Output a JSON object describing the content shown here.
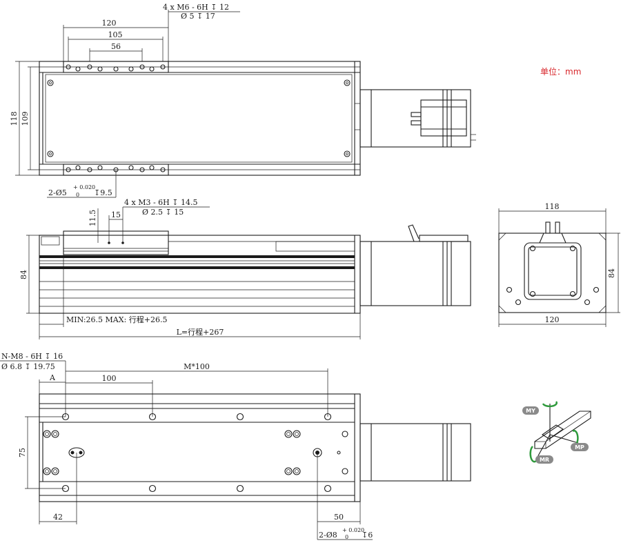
{
  "unit_label": "单位：mm",
  "top_view": {
    "dim_120": "120",
    "dim_105": "105",
    "dim_56": "56",
    "dim_118": "118",
    "dim_109": "109",
    "callout_thread_1": "4 x  M6 - 6H ↧ 12",
    "callout_thread_2": "Ø 5 ↧ 17",
    "callout_pin": "2-Ø5",
    "callout_pin_tol_upper": "+ 0.020",
    "callout_pin_tol_lower": "0",
    "callout_pin_depth": "↧9.5"
  },
  "side_view": {
    "callout_thread_1": "4 x  M3 - 6H ↧ 14.5",
    "callout_thread_2": "Ø 2.5 ↧ 15",
    "dim_11_5": "11.5",
    "dim_15": "15",
    "dim_84": "84",
    "min_max": "MIN:26.5   MAX: 行程+26.5",
    "length": "L=行程+267"
  },
  "end_view": {
    "dim_top": "118",
    "dim_bottom": "120",
    "dim_height": "84"
  },
  "bottom_view": {
    "callout_thread_1": "N-M8 - 6H ↧ 16",
    "callout_thread_2": "Ø 6.8 ↧ 19.75",
    "dim_A": "A",
    "dim_100": "100",
    "dim_M100": "M*100",
    "dim_75": "75",
    "dim_42": "42",
    "dim_50": "50",
    "callout_pin": "2-Ø8",
    "callout_pin_tol_upper": "+ 0.020",
    "callout_pin_tol_lower": "0",
    "callout_pin_depth": "↧6"
  },
  "moment_diagram": {
    "label_my": "MY",
    "label_mp": "MP",
    "label_mr": "MR",
    "badge_color": "#8a8a8a",
    "arrow_color": "#2f9a3c"
  }
}
